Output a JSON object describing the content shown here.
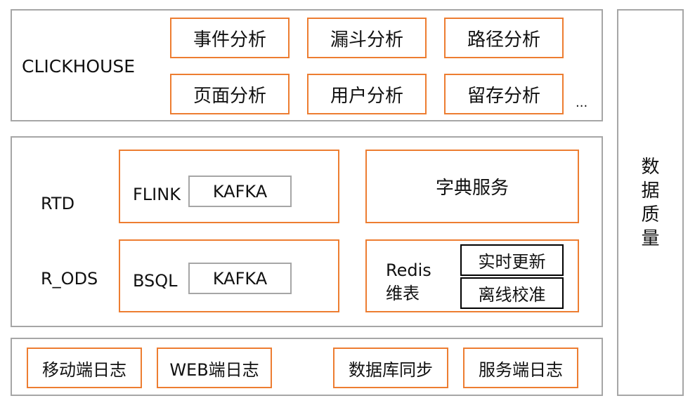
{
  "top": {
    "label": "CLICKHOUSE",
    "analyses": [
      "事件分析",
      "漏斗分析",
      "路径分析",
      "页面分析",
      "用户分析",
      "留存分析"
    ],
    "more": "..."
  },
  "middle": {
    "rtd_label": "RTD",
    "rods_label": "R_ODS",
    "flink": "FLINK",
    "flink_kafka": "KAFKA",
    "bsql": "BSQL",
    "bsql_kafka": "KAFKA",
    "dict_service": "字典服务",
    "redis_label": "Redis",
    "dim_table_label": "维表",
    "realtime_update": "实时更新",
    "offline_calibrate": "离线校准"
  },
  "bottom": {
    "sources": [
      "移动端日志",
      "WEB端日志",
      "数据库同步",
      "服务端日志"
    ]
  },
  "side": {
    "chars": [
      "数",
      "据",
      "质",
      "量"
    ]
  },
  "colors": {
    "accent_orange": "#ed7d31",
    "panel_gray": "#a6a6a6",
    "dark_border": "#000000"
  }
}
